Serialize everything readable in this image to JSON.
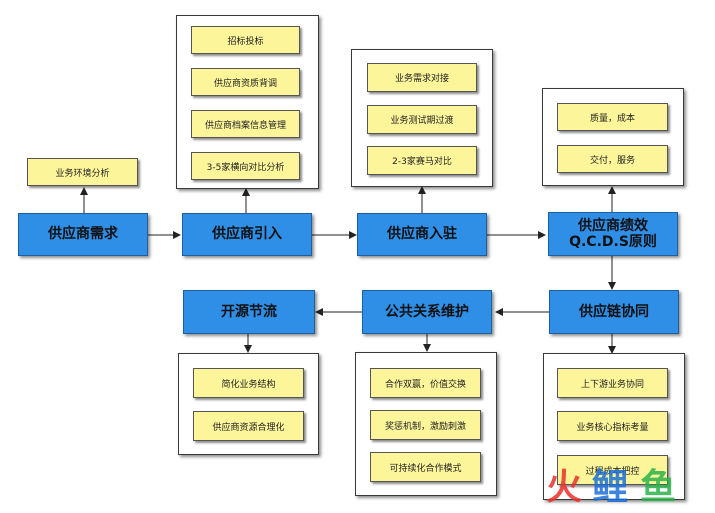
{
  "main_nodes": {
    "demand": "供应商需求",
    "introduction": "供应商引入",
    "onboarding": "供应商入驻",
    "performance_line1": "供应商绩效",
    "performance_line2": "Q.C.D.S原则",
    "collaboration": "供应链协同",
    "public_relations": "公共关系维护",
    "cost_saving": "开源节流"
  },
  "demand_items": [
    "业务环境分析"
  ],
  "introduction_items": [
    "招标投标",
    "供应商资质背调",
    "供应商档案信息管理",
    "3-5家横向对比分析"
  ],
  "onboarding_items": [
    "业务需求对接",
    "业务测试期过渡",
    "2-3家赛马对比"
  ],
  "performance_items": [
    "质量，成本",
    "交付，服务"
  ],
  "collaboration_items": [
    "上下游业务协同",
    "业务核心指标考量",
    "过程成本把控"
  ],
  "public_relations_items": [
    "合作双赢，价值交换",
    "奖惩机制，激励刺激",
    "可持续化合作模式"
  ],
  "cost_saving_items": [
    "简化业务结构",
    "供应商资源合理化"
  ],
  "colors": {
    "main_fill": "#2f8ee6",
    "item_fill": "#fcf59a",
    "watermark_red": "#e8332a",
    "watermark_blue": "#1b6fd8",
    "watermark_green": "#2bb14a"
  },
  "watermark": "火鲤鱼"
}
